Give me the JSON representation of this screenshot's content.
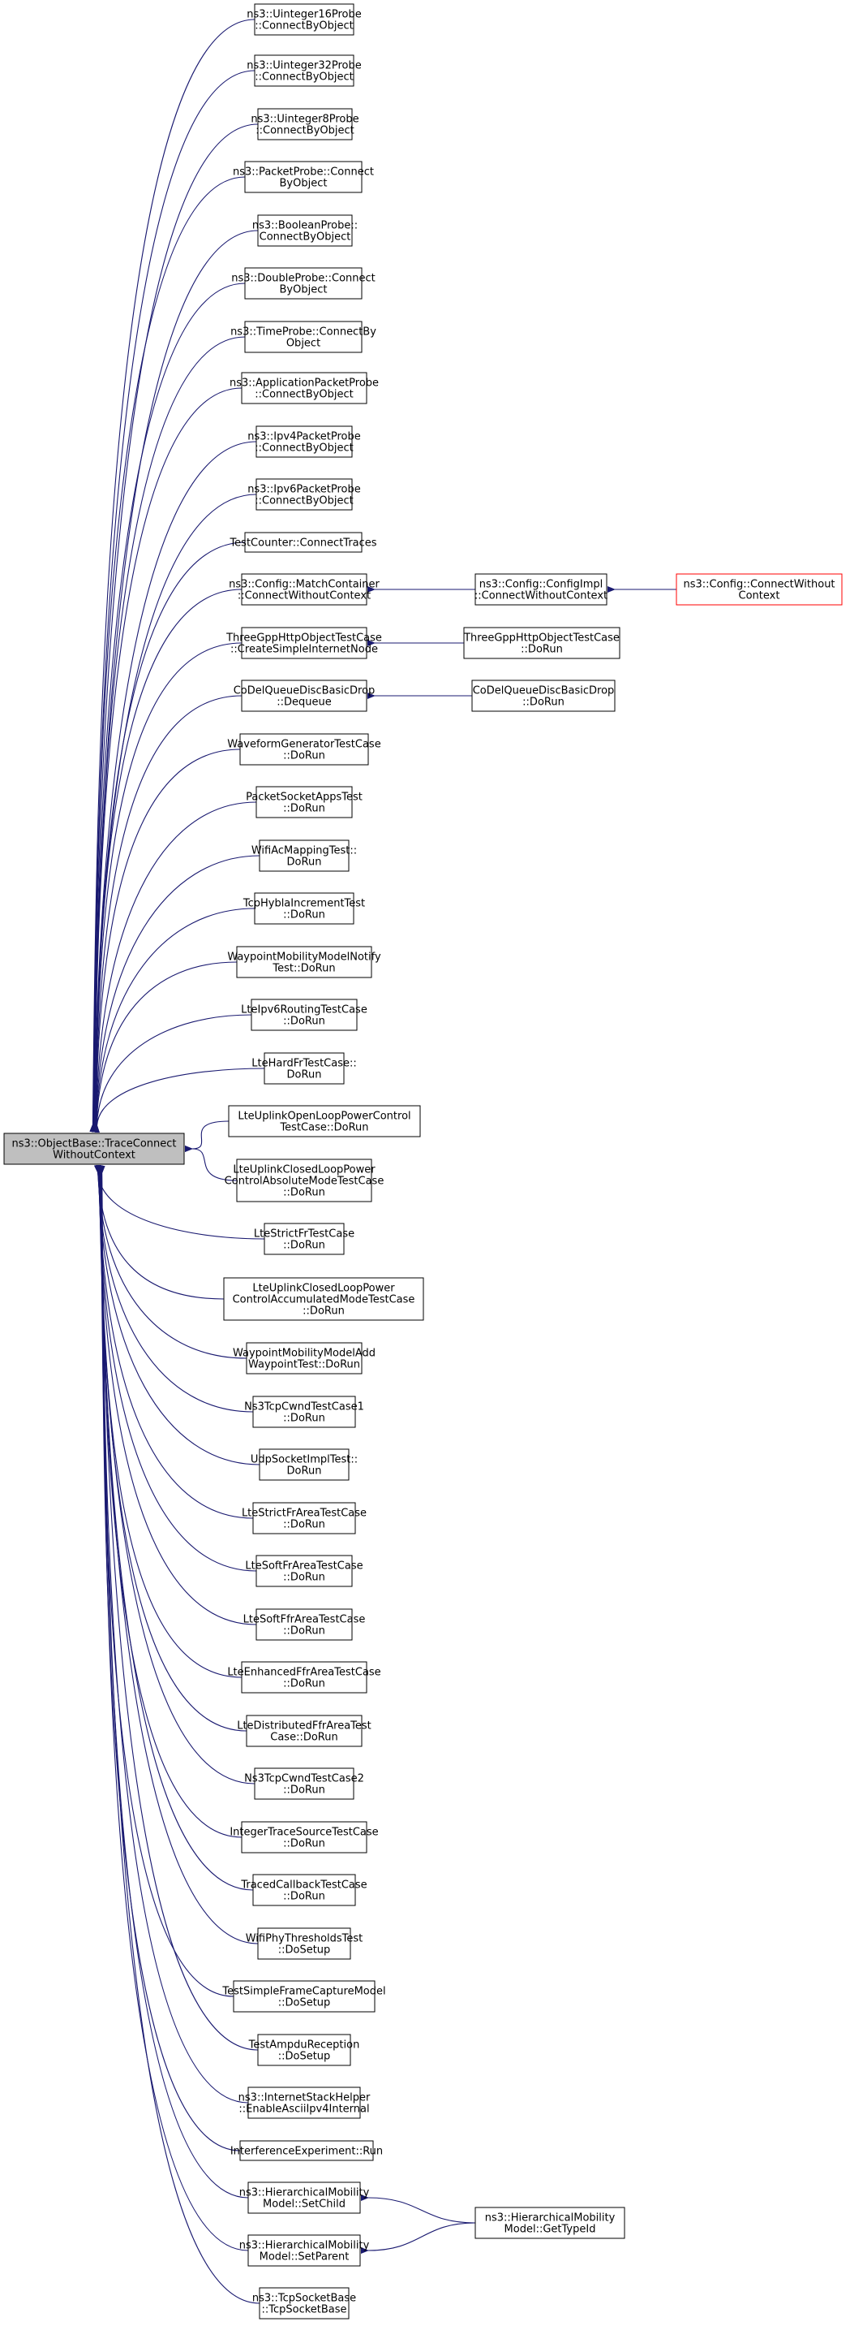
{
  "graph": {
    "root": {
      "id": "root",
      "lines": [
        "ns3::ObjectBase::TraceConnect",
        "WithoutContext"
      ]
    },
    "callers": [
      {
        "id": "c01",
        "lines": [
          "ns3::Uinteger16Probe",
          "::ConnectByObject"
        ]
      },
      {
        "id": "c02",
        "lines": [
          "ns3::Uinteger32Probe",
          "::ConnectByObject"
        ]
      },
      {
        "id": "c03",
        "lines": [
          "ns3::Uinteger8Probe",
          "::ConnectByObject"
        ]
      },
      {
        "id": "c04",
        "lines": [
          "ns3::PacketProbe::Connect",
          "ByObject"
        ]
      },
      {
        "id": "c05",
        "lines": [
          "ns3::BooleanProbe::",
          "ConnectByObject"
        ]
      },
      {
        "id": "c06",
        "lines": [
          "ns3::DoubleProbe::Connect",
          "ByObject"
        ]
      },
      {
        "id": "c07",
        "lines": [
          "ns3::TimeProbe::ConnectBy",
          "Object"
        ]
      },
      {
        "id": "c08",
        "lines": [
          "ns3::ApplicationPacketProbe",
          "::ConnectByObject"
        ]
      },
      {
        "id": "c09",
        "lines": [
          "ns3::Ipv4PacketProbe",
          "::ConnectByObject"
        ]
      },
      {
        "id": "c10",
        "lines": [
          "ns3::Ipv6PacketProbe",
          "::ConnectByObject"
        ]
      },
      {
        "id": "c11",
        "lines": [
          "TestCounter::ConnectTraces"
        ]
      },
      {
        "id": "c12",
        "lines": [
          "ns3::Config::MatchContainer",
          "::ConnectWithoutContext"
        ]
      },
      {
        "id": "c13",
        "lines": [
          "ThreeGppHttpObjectTestCase",
          "::CreateSimpleInternetNode"
        ]
      },
      {
        "id": "c14",
        "lines": [
          "CoDelQueueDiscBasicDrop",
          "::Dequeue"
        ]
      },
      {
        "id": "c15",
        "lines": [
          "WaveformGeneratorTestCase",
          "::DoRun"
        ]
      },
      {
        "id": "c16",
        "lines": [
          "PacketSocketAppsTest",
          "::DoRun"
        ]
      },
      {
        "id": "c17",
        "lines": [
          "WifiAcMappingTest::",
          "DoRun"
        ]
      },
      {
        "id": "c18",
        "lines": [
          "TcpHyblaIncrementTest",
          "::DoRun"
        ]
      },
      {
        "id": "c19",
        "lines": [
          "WaypointMobilityModelNotify",
          "Test::DoRun"
        ]
      },
      {
        "id": "c20",
        "lines": [
          "LteIpv6RoutingTestCase",
          "::DoRun"
        ]
      },
      {
        "id": "c21",
        "lines": [
          "LteHardFrTestCase::",
          "DoRun"
        ]
      },
      {
        "id": "c22",
        "lines": [
          "LteUplinkOpenLoopPowerControl",
          "TestCase::DoRun"
        ]
      },
      {
        "id": "c23",
        "lines": [
          "LteUplinkClosedLoopPower",
          "ControlAbsoluteModeTestCase",
          "::DoRun"
        ]
      },
      {
        "id": "c24",
        "lines": [
          "LteStrictFrTestCase",
          "::DoRun"
        ]
      },
      {
        "id": "c25",
        "lines": [
          "LteUplinkClosedLoopPower",
          "ControlAccumulatedModeTestCase",
          "::DoRun"
        ]
      },
      {
        "id": "c26",
        "lines": [
          "WaypointMobilityModelAdd",
          "WaypointTest::DoRun"
        ]
      },
      {
        "id": "c27",
        "lines": [
          "Ns3TcpCwndTestCase1",
          "::DoRun"
        ]
      },
      {
        "id": "c28",
        "lines": [
          "UdpSocketImplTest::",
          "DoRun"
        ]
      },
      {
        "id": "c29",
        "lines": [
          "LteStrictFrAreaTestCase",
          "::DoRun"
        ]
      },
      {
        "id": "c30",
        "lines": [
          "LteSoftFrAreaTestCase",
          "::DoRun"
        ]
      },
      {
        "id": "c31",
        "lines": [
          "LteSoftFfrAreaTestCase",
          "::DoRun"
        ]
      },
      {
        "id": "c32",
        "lines": [
          "LteEnhancedFfrAreaTestCase",
          "::DoRun"
        ]
      },
      {
        "id": "c33",
        "lines": [
          "LteDistributedFfrAreaTest",
          "Case::DoRun"
        ]
      },
      {
        "id": "c34",
        "lines": [
          "Ns3TcpCwndTestCase2",
          "::DoRun"
        ]
      },
      {
        "id": "c35",
        "lines": [
          "IntegerTraceSourceTestCase",
          "::DoRun"
        ]
      },
      {
        "id": "c36",
        "lines": [
          "TracedCallbackTestCase",
          "::DoRun"
        ]
      },
      {
        "id": "c37",
        "lines": [
          "WifiPhyThresholdsTest",
          "::DoSetup"
        ]
      },
      {
        "id": "c38",
        "lines": [
          "TestSimpleFrameCaptureModel",
          "::DoSetup"
        ]
      },
      {
        "id": "c39",
        "lines": [
          "TestAmpduReception",
          "::DoSetup"
        ]
      },
      {
        "id": "c40",
        "lines": [
          "ns3::InternetStackHelper",
          "::EnableAsciiIpv4Internal"
        ]
      },
      {
        "id": "c41",
        "lines": [
          "InterferenceExperiment::Run"
        ]
      },
      {
        "id": "c42",
        "lines": [
          "ns3::HierarchicalMobility",
          "Model::SetChild"
        ]
      },
      {
        "id": "c43",
        "lines": [
          "ns3::HierarchicalMobility",
          "Model::SetParent"
        ]
      },
      {
        "id": "c44",
        "lines": [
          "ns3::TcpSocketBase",
          "::TcpSocketBase"
        ]
      }
    ],
    "second_level": [
      {
        "id": "s1",
        "lines": [
          "ns3::Config::ConfigImpl",
          "::ConnectWithoutContext"
        ]
      },
      {
        "id": "s2",
        "lines": [
          "ThreeGppHttpObjectTestCase",
          "::DoRun"
        ]
      },
      {
        "id": "s3",
        "lines": [
          "CoDelQueueDiscBasicDrop",
          "::DoRun"
        ]
      },
      {
        "id": "s4",
        "lines": [
          "ns3::HierarchicalMobility",
          "Model::GetTypeId"
        ]
      }
    ],
    "third_level": [
      {
        "id": "t1",
        "lines": [
          "ns3::Config::ConnectWithout",
          "Context"
        ],
        "highlight": true
      }
    ],
    "edges": [
      {
        "from": "s1",
        "to": "c12"
      },
      {
        "from": "t1",
        "to": "s1"
      },
      {
        "from": "s2",
        "to": "c13"
      },
      {
        "from": "s3",
        "to": "c14"
      },
      {
        "from": "s4",
        "to": "c42"
      },
      {
        "from": "s4",
        "to": "c43"
      }
    ],
    "colors": {
      "node_border": "#000000",
      "root_fill": "#bfbfbf",
      "highlight_border": "#ff0000",
      "edge": "#191970"
    }
  }
}
